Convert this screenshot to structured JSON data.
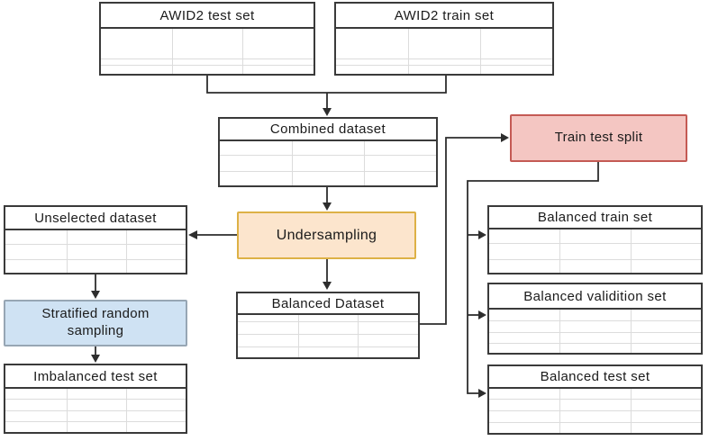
{
  "nodes": {
    "awid2_test": {
      "label": "AWID2 test set"
    },
    "awid2_train": {
      "label": "AWID2 train set"
    },
    "combined": {
      "label": "Combined dataset"
    },
    "train_test_split": {
      "label": "Train test split"
    },
    "undersampling": {
      "label": "Undersampling"
    },
    "unselected": {
      "label": "Unselected dataset"
    },
    "stratified": {
      "label": "Stratified random sampling"
    },
    "imbalanced": {
      "label": "Imbalanced test set"
    },
    "balanced_dataset": {
      "label": "Balanced Dataset"
    },
    "balanced_train": {
      "label": "Balanced train set"
    },
    "balanced_validition": {
      "label": "Balanced validition set"
    },
    "balanced_test": {
      "label": "Balanced test set"
    }
  },
  "colors": {
    "connector": "#2d2d2d",
    "box_border": "#3a3a3a",
    "grid_line": "#dcdcdc",
    "train_test_split_fill": "#f4c6c2",
    "train_test_split_border": "#c45a54",
    "undersampling_fill": "#fce5cd",
    "undersampling_border": "#ddb146",
    "stratified_fill": "#cfe2f3",
    "stratified_border": "#97a6b4"
  },
  "edges": [
    {
      "from": "awid2_test",
      "to": "combined"
    },
    {
      "from": "awid2_train",
      "to": "combined"
    },
    {
      "from": "combined",
      "to": "undersampling"
    },
    {
      "from": "undersampling",
      "to": "unselected"
    },
    {
      "from": "undersampling",
      "to": "balanced_dataset"
    },
    {
      "from": "balanced_dataset",
      "to": "train_test_split"
    },
    {
      "from": "train_test_split",
      "to": "balanced_train"
    },
    {
      "from": "train_test_split",
      "to": "balanced_validition"
    },
    {
      "from": "train_test_split",
      "to": "balanced_test"
    },
    {
      "from": "unselected",
      "to": "stratified"
    },
    {
      "from": "stratified",
      "to": "imbalanced"
    }
  ]
}
